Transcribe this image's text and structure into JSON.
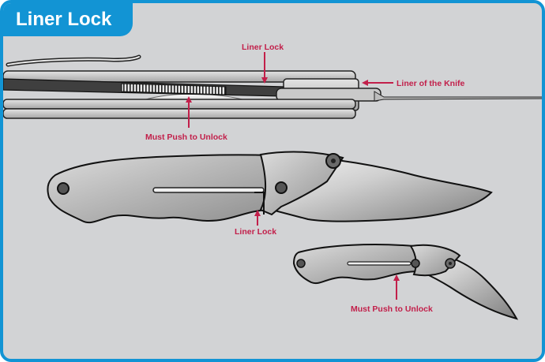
{
  "title": "Liner Lock",
  "colors": {
    "frame": "#1294d4",
    "background": "#d2d3d5",
    "label": "#c21f4a",
    "metal_light": "#eeeeee",
    "metal_dark": "#9a9a9a",
    "outline": "#111111"
  },
  "labels": {
    "top_liner_lock": "Liner Lock",
    "liner_of_knife": "Liner of the Knife",
    "top_must_push": "Must Push to Unlock",
    "middle_liner_lock": "Liner Lock",
    "bottom_must_push": "Must Push to Unlock"
  }
}
